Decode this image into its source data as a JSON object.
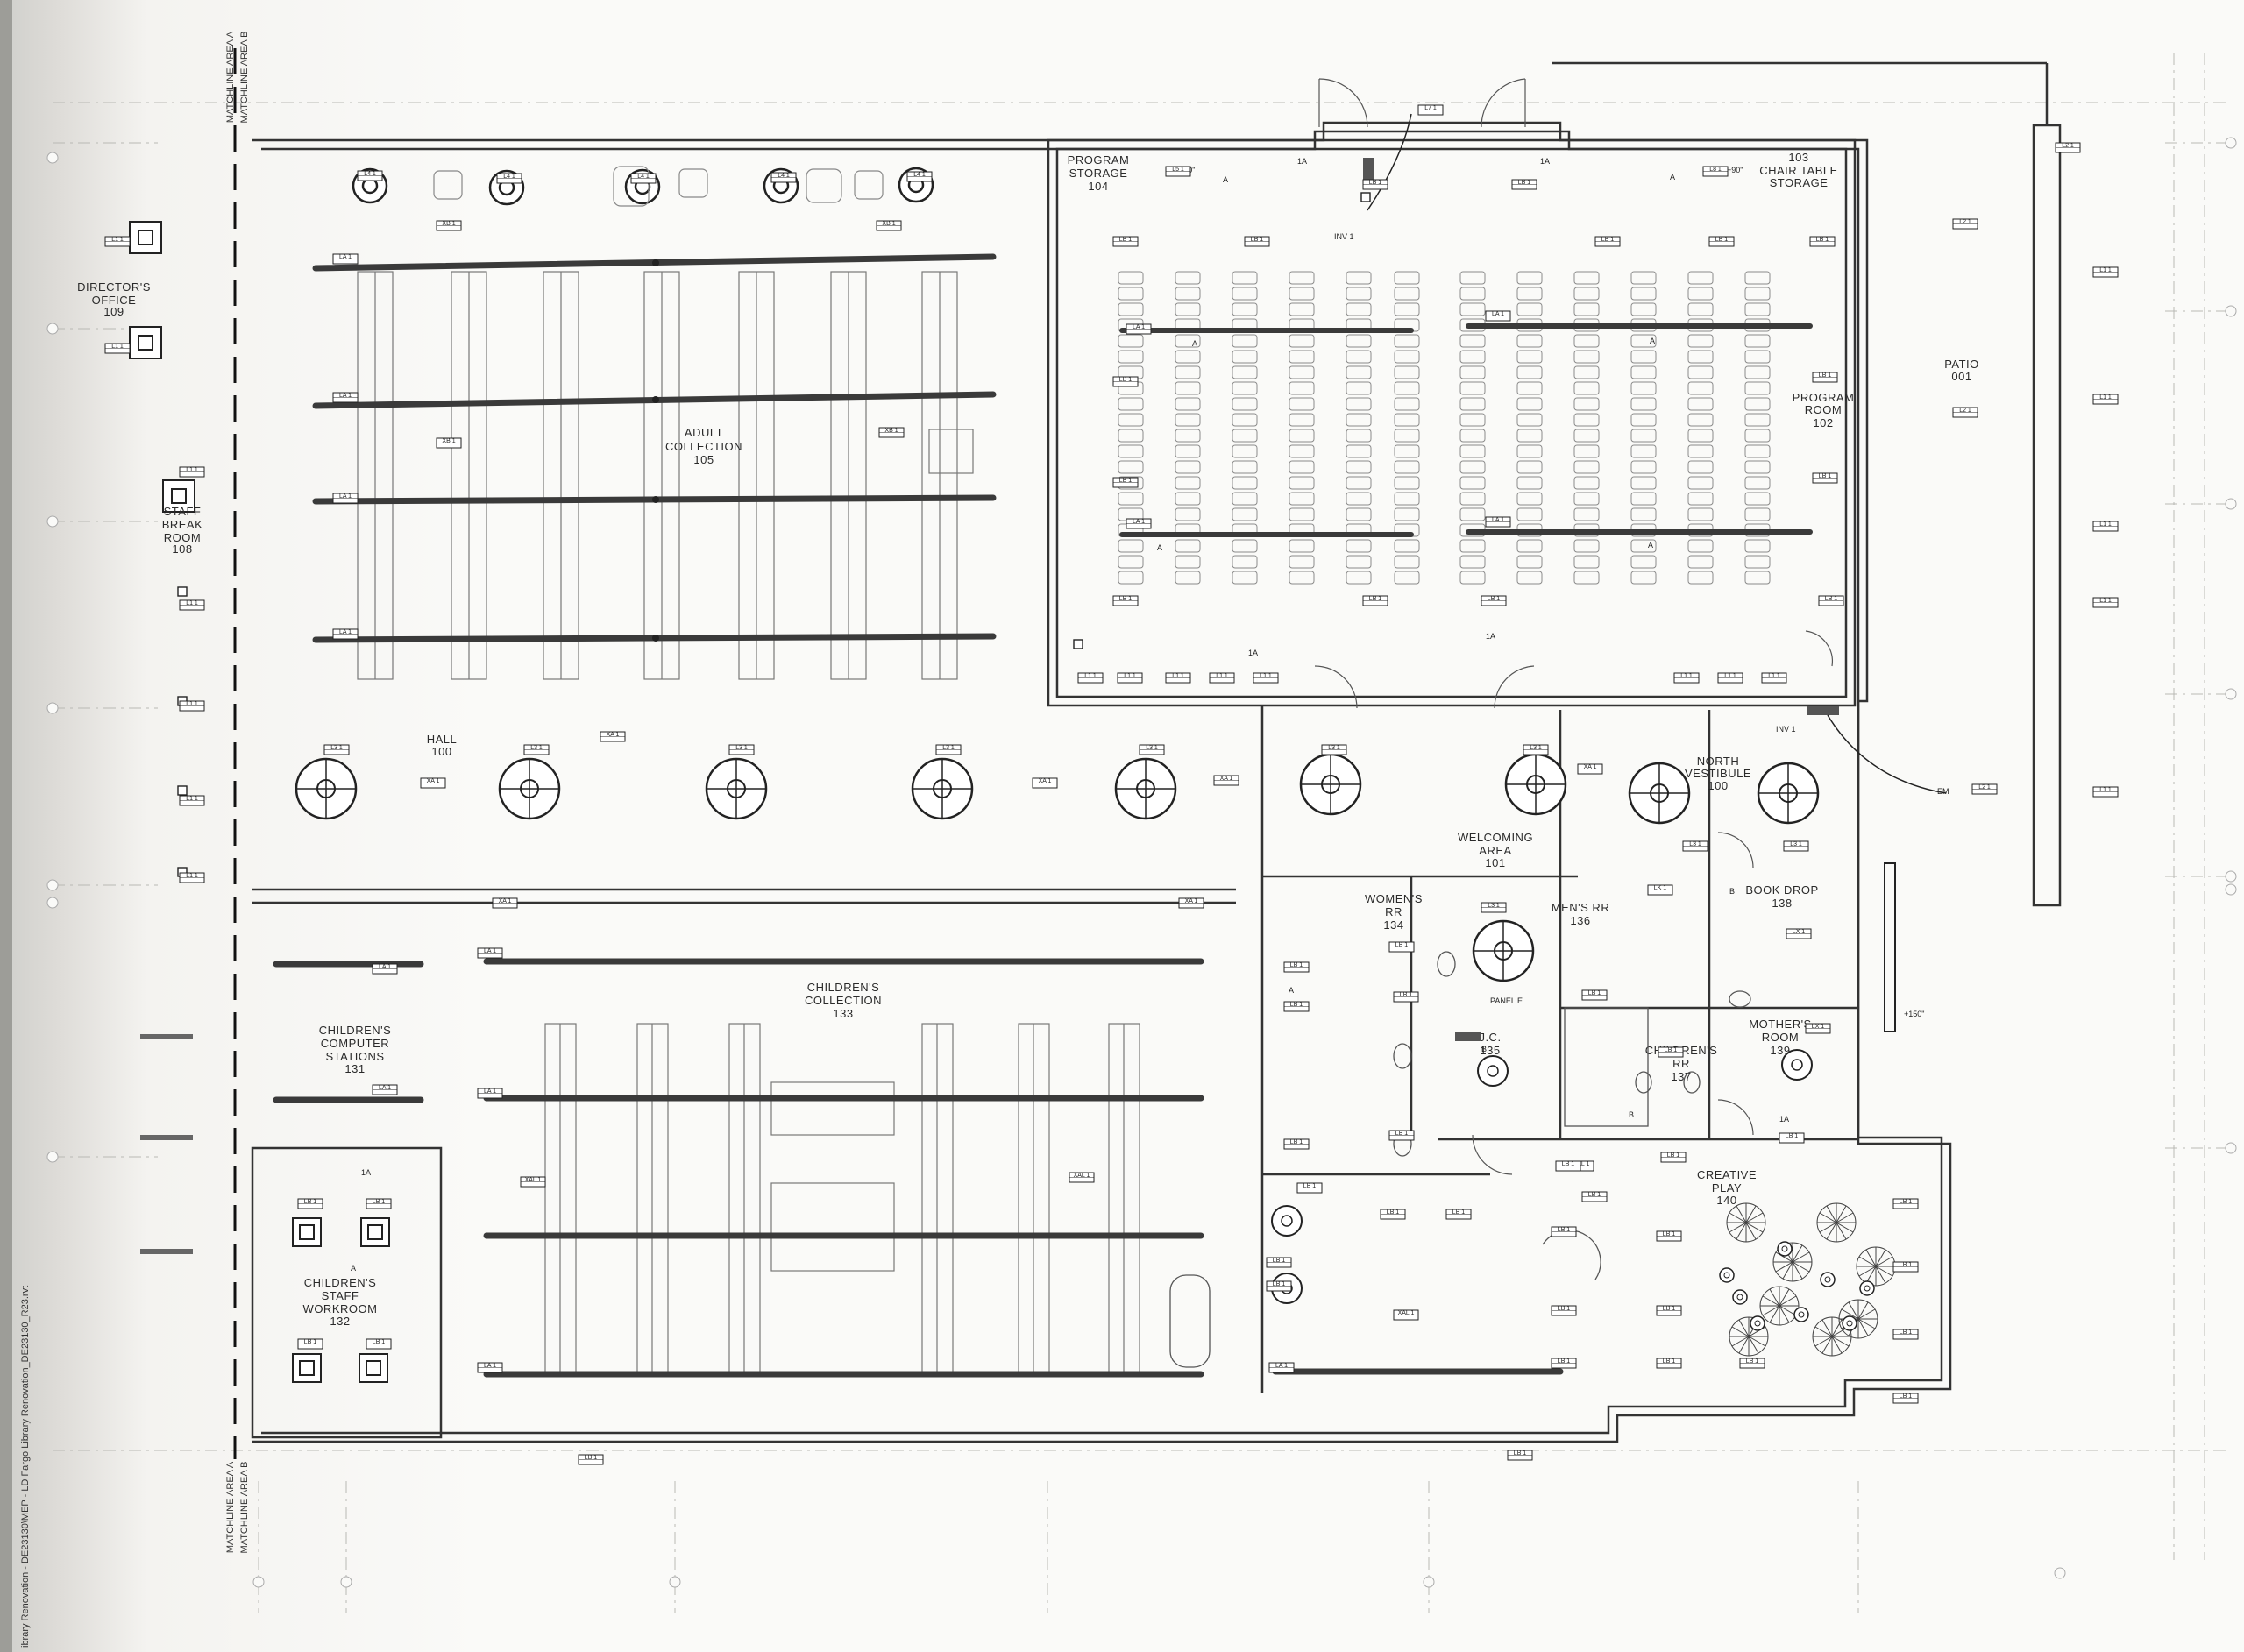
{
  "sheet": {
    "file_path": "ibrary Renovation - DE23130\\MEP - LD Fargo Library Renovation_DE23130_R23.rvt",
    "matchline_a": "MATCHLINE AREA A",
    "matchline_b": "MATCHLINE AREA B"
  },
  "rooms": [
    {
      "id": "directors_office",
      "name": "DIRECTOR'S\nOFFICE",
      "number": "109"
    },
    {
      "id": "staff_break",
      "name": "STAFF\nBREAK\nROOM",
      "number": "108"
    },
    {
      "id": "adult_collection",
      "name": "ADULT\nCOLLECTION",
      "number": "105"
    },
    {
      "id": "program_storage",
      "name": "PROGRAM\nSTORAGE",
      "number": "104"
    },
    {
      "id": "chair_table",
      "name": "CHAIR TABLE\nSTORAGE",
      "number": "103"
    },
    {
      "id": "program_room",
      "name": "PROGRAM\nROOM",
      "number": "102"
    },
    {
      "id": "patio",
      "name": "PATIO",
      "number": "001"
    },
    {
      "id": "hall",
      "name": "HALL",
      "number": "100"
    },
    {
      "id": "welcoming",
      "name": "WELCOMING\nAREA",
      "number": "101"
    },
    {
      "id": "north_vestibule",
      "name": "NORTH\nVESTIBULE",
      "number": "100"
    },
    {
      "id": "womens_rr",
      "name": "WOMEN'S\nRR",
      "number": "134"
    },
    {
      "id": "mens_rr",
      "name": "MEN'S RR",
      "number": "136"
    },
    {
      "id": "book_drop",
      "name": "BOOK DROP",
      "number": "138"
    },
    {
      "id": "jc",
      "name": "J.C.",
      "number": "135"
    },
    {
      "id": "childrens_rr",
      "name": "CHILDREN'S\nRR",
      "number": "137"
    },
    {
      "id": "mothers_room",
      "name": "MOTHER'S\nROOM",
      "number": "139"
    },
    {
      "id": "childrens_collection",
      "name": "CHILDREN'S\nCOLLECTION",
      "number": "133"
    },
    {
      "id": "childrens_computer",
      "name": "CHILDREN'S\nCOMPUTER\nSTATIONS",
      "number": "131"
    },
    {
      "id": "childrens_staff",
      "name": "CHILDREN'S\nSTAFF\nWORKROOM",
      "number": "132"
    },
    {
      "id": "creative_play",
      "name": "CREATIVE\nPLAY",
      "number": "140"
    }
  ],
  "annotations": {
    "inv1": "INV 1",
    "em": "EM",
    "panel": "PANEL E",
    "mount_150": "+150\"",
    "mount_90": "+90\"",
    "circuit_1a": "1A",
    "switch_a": "A",
    "switch_b": "B"
  },
  "fixture_tags": {
    "l1": "L1 1",
    "l2": "L2 1",
    "l3": "L3 1",
    "l4": "L4 1",
    "l5": "L5 1",
    "l6": "L6 1",
    "l7": "L7 1",
    "l8": "L8 1",
    "la": "LA 1",
    "lb": "LB 1",
    "lh": "LH 1",
    "lk": "LK 1",
    "lp": "LP 1",
    "lx": "LX 1",
    "xa": "XA 1",
    "xb": "XB 1",
    "xal": "XAL 1"
  }
}
